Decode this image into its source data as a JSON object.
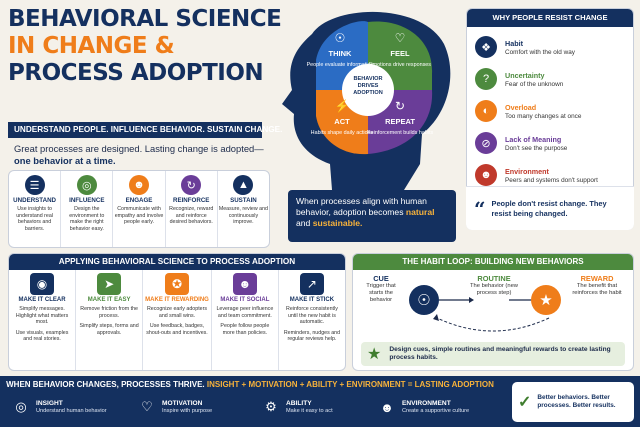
{
  "title": {
    "line1": "BEHAVIORAL SCIENCE",
    "line2": "IN CHANGE &",
    "line3": "PROCESS ADOPTION"
  },
  "tagline": "UNDERSTAND PEOPLE. INFLUENCE BEHAVIOR. SUSTAIN CHANGE.",
  "intro": {
    "text": "Great processes are designed. Lasting change is adopted—",
    "highlight": "one behavior at a time."
  },
  "principles": [
    {
      "title": "UNDERSTAND",
      "desc": "Use insights to understand real behaviors and barriers.",
      "icon": "clipboard-icon",
      "color": "#14305f"
    },
    {
      "title": "INFLUENCE",
      "desc": "Design the environment to make the right behavior easy.",
      "icon": "target-icon",
      "color": "#4d8a3e"
    },
    {
      "title": "ENGAGE",
      "desc": "Communicate with empathy and involve people early.",
      "icon": "people-icon",
      "color": "#ef7d1a"
    },
    {
      "title": "REINFORCE",
      "desc": "Recognize, reward and reinforce desired behaviors.",
      "icon": "cycle-icon",
      "color": "#6a3d98"
    },
    {
      "title": "SUSTAIN",
      "desc": "Measure, review and continuously improve.",
      "icon": "chart-icon",
      "color": "#14305f"
    }
  ],
  "brain": {
    "center": "BEHAVIOR DRIVES ADOPTION",
    "quadrants": [
      {
        "title": "THINK",
        "desc": "People evaluate information",
        "color": "#2b6cc4",
        "icon": "bulb-icon"
      },
      {
        "title": "FEEL",
        "desc": "Emotions drive responses",
        "color": "#4d8a3e",
        "icon": "heart-icon"
      },
      {
        "title": "ACT",
        "desc": "Habits shape daily actions",
        "color": "#ef7d1a",
        "icon": "runner-icon"
      },
      {
        "title": "REPEAT",
        "desc": "Reinforcement builds habits",
        "color": "#6a3d98",
        "icon": "repeat-icon"
      }
    ]
  },
  "brainbox": {
    "text": "When processes align with human behavior, adoption becomes",
    "hl1": "natural",
    "and": "and",
    "hl2": "sustainable."
  },
  "resist": {
    "header": "WHY PEOPLE RESIST CHANGE",
    "items": [
      {
        "title": "Habit",
        "desc": "Comfort with the old way",
        "color": "#14305f",
        "tcolor": "#14305f",
        "icon": "compass-icon"
      },
      {
        "title": "Uncertainty",
        "desc": "Fear of the unknown",
        "color": "#4d8a3e",
        "tcolor": "#4d8a3e",
        "icon": "question-person-icon"
      },
      {
        "title": "Overload",
        "desc": "Too many changes at once",
        "color": "#ef7d1a",
        "tcolor": "#ef7d1a",
        "icon": "gauge-icon"
      },
      {
        "title": "Lack of Meaning",
        "desc": "Don't see the purpose",
        "color": "#6a3d98",
        "tcolor": "#6a3d98",
        "icon": "eye-off-icon"
      },
      {
        "title": "Environment",
        "desc": "Peers and systems don't support",
        "color": "#c0392b",
        "tcolor": "#c0392b",
        "icon": "group-icon"
      }
    ],
    "quote": "People don't resist change. They resist being changed."
  },
  "apply": {
    "header": "APPLYING BEHAVIORAL SCIENCE TO PROCESS ADOPTION",
    "cols": [
      {
        "title": "MAKE IT CLEAR",
        "desc": "Simplify messages. Highlight what matters most.",
        "desc2": "Use visuals, examples and real stories.",
        "color": "#14305f",
        "icon": "eye-icon"
      },
      {
        "title": "MAKE IT EASY",
        "desc": "Remove friction from the process.",
        "desc2": "Simplify steps, forms and approvals.",
        "color": "#4d8a3e",
        "icon": "path-icon"
      },
      {
        "title": "MAKE IT REWARDING",
        "desc": "Recognize early adopters and small wins.",
        "desc2": "Use feedback, badges, shout-outs and incentives.",
        "color": "#ef7d1a",
        "icon": "gift-icon"
      },
      {
        "title": "MAKE IT SOCIAL",
        "desc": "Leverage peer influence and team commitment.",
        "desc2": "People follow people more than policies.",
        "color": "#6a3d98",
        "icon": "team-icon"
      },
      {
        "title": "MAKE IT STICK",
        "desc": "Reinforce consistently until the new habit is automatic.",
        "desc2": "Reminders, nudges and regular reviews help.",
        "color": "#14305f",
        "icon": "trend-icon"
      }
    ]
  },
  "habit": {
    "header": "THE HABIT LOOP: BUILDING NEW BEHAVIORS",
    "cue": {
      "title": "CUE",
      "desc": "Trigger that starts the behavior"
    },
    "routine": {
      "title": "ROUTINE",
      "desc": "The behavior (new process step)"
    },
    "reward": {
      "title": "REWARD",
      "desc": "The benefit that reinforces the habit"
    },
    "footer": "Design cues, simple routines and meaningful rewards to create lasting process habits."
  },
  "footer": {
    "lead": "WHEN BEHAVIOR CHANGES, PROCESSES THRIVE.",
    "formula": "INSIGHT + MOTIVATION + ABILITY + ENVIRONMENT = LASTING ADOPTION",
    "items": [
      {
        "title": "INSIGHT",
        "desc": "Understand human behavior",
        "icon": "target-icon"
      },
      {
        "title": "MOTIVATION",
        "desc": "Inspire with purpose",
        "icon": "heart-icon"
      },
      {
        "title": "ABILITY",
        "desc": "Make it easy to act",
        "icon": "gear-icon"
      },
      {
        "title": "ENVIRONMENT",
        "desc": "Create a supportive culture",
        "icon": "group-icon"
      }
    ],
    "box": "Better behaviors. Better processes. Better results."
  }
}
